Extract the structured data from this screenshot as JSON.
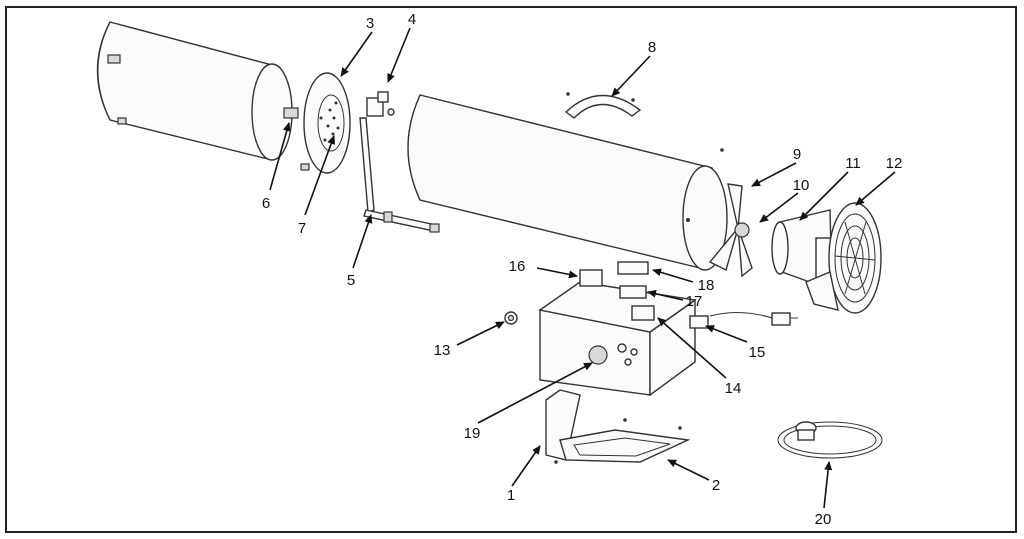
{
  "callouts": [
    {
      "id": "1",
      "label": "1"
    },
    {
      "id": "2",
      "label": "2"
    },
    {
      "id": "3",
      "label": "3"
    },
    {
      "id": "4",
      "label": "4"
    },
    {
      "id": "5",
      "label": "5"
    },
    {
      "id": "6",
      "label": "6"
    },
    {
      "id": "7",
      "label": "7"
    },
    {
      "id": "8",
      "label": "8"
    },
    {
      "id": "9",
      "label": "9"
    },
    {
      "id": "10",
      "label": "10"
    },
    {
      "id": "11",
      "label": "11"
    },
    {
      "id": "12",
      "label": "12"
    },
    {
      "id": "13",
      "label": "13"
    },
    {
      "id": "14",
      "label": "14"
    },
    {
      "id": "15",
      "label": "15"
    },
    {
      "id": "16",
      "label": "16"
    },
    {
      "id": "17",
      "label": "17"
    },
    {
      "id": "18",
      "label": "18"
    },
    {
      "id": "19",
      "label": "19"
    },
    {
      "id": "20",
      "label": "20"
    }
  ],
  "colors": {
    "line": "#333333",
    "frame": "#222222",
    "background": "#ffffff"
  }
}
